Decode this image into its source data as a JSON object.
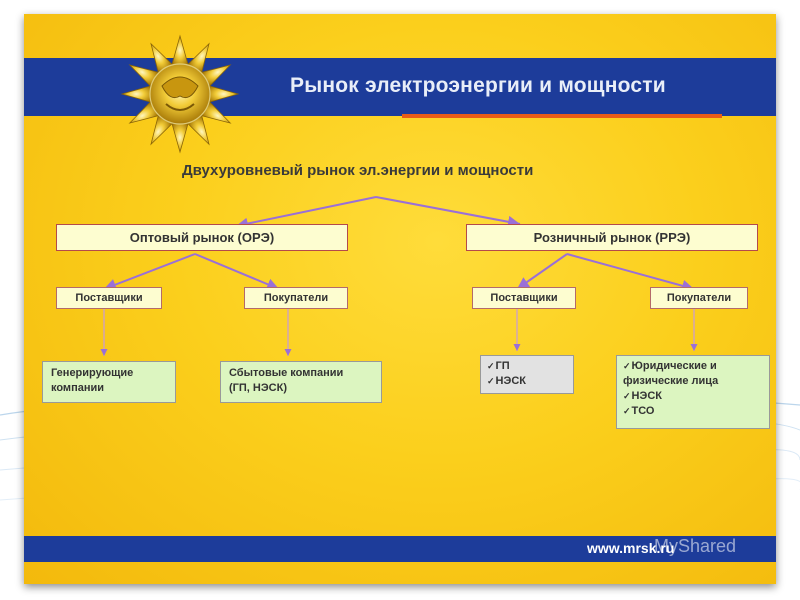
{
  "slide": {
    "title": "Рынок электроэнергии и мощности",
    "subtitle": "Двухуровневый рынок эл.энергии и мощности",
    "footer_url": "www.mrsk.ru",
    "watermark": "MyShared"
  },
  "tree": {
    "wholesale": {
      "label": "Оптовый рынок (ОРЭ)",
      "suppliers": {
        "label": "Поставщики",
        "leaf_lines": [
          "Генерирующие",
          "компании"
        ]
      },
      "buyers": {
        "label": "Покупатели",
        "leaf_lines": [
          "Сбытовые компании",
          "(ГП, НЭСК)"
        ]
      }
    },
    "retail": {
      "label": "Розничный рынок (РРЭ)",
      "suppliers": {
        "label": "Поставщики",
        "leaf_lines": [
          "ГП",
          "НЭСК"
        ]
      },
      "buyers": {
        "label": "Покупатели",
        "leaf_lines": [
          "Юридические и",
          "физические лица",
          "НЭСК",
          "ТСО"
        ]
      }
    }
  },
  "colors": {
    "header_band": "#1d3c9a",
    "accent_underline": "#e85c18",
    "slide_background": "#fbcf1c",
    "arrow": "#9a6fd8",
    "leaf_green": "#dcf5c0",
    "leaf_gray": "#e2e2e2"
  },
  "icons": {
    "logo": "golden-sun-emblem-icon",
    "bullet": "checkmark-icon"
  }
}
